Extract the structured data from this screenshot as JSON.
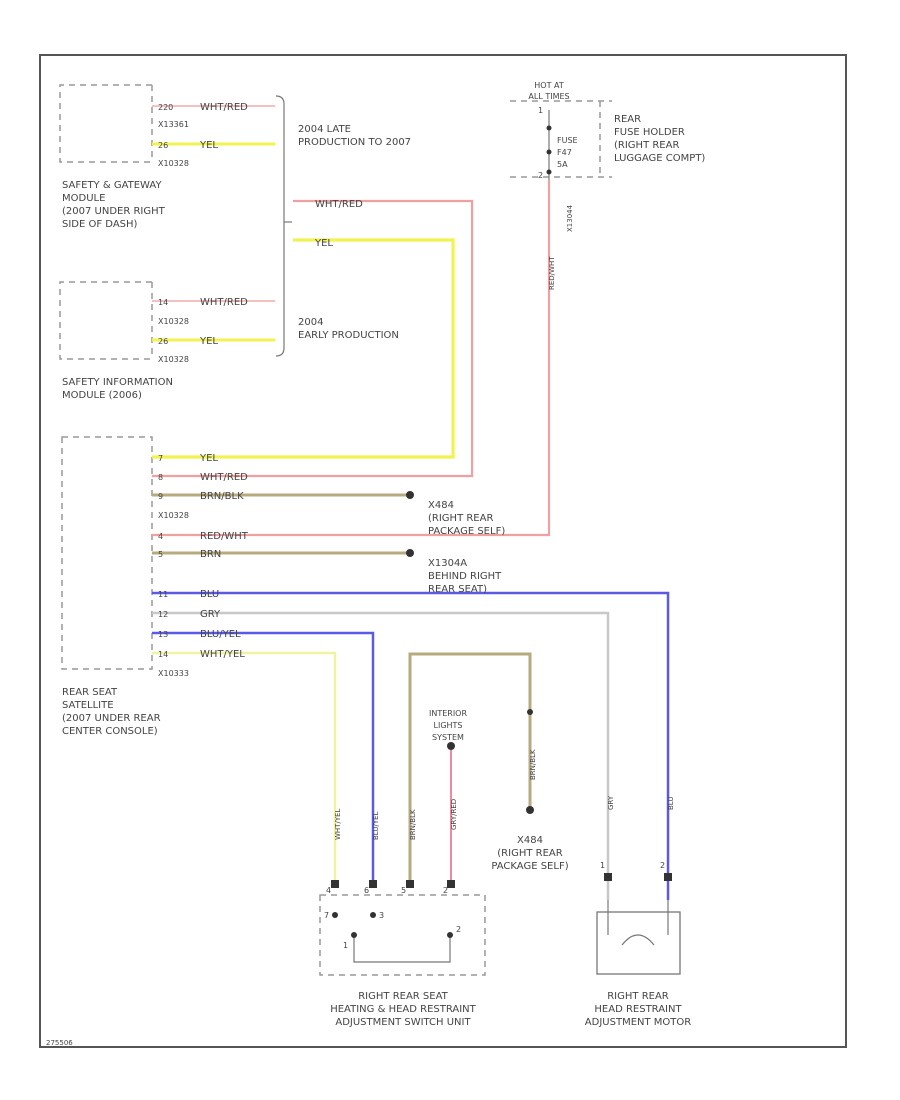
{
  "colors": {
    "red": "#f0a0a0",
    "yellow": "#f2f250",
    "tan": "#b7aa7c",
    "blue": "#5a5ae6",
    "gray": "#c8c8c8",
    "pink": "#f08aa0",
    "ink": "#444444"
  },
  "diagram_id": "275506",
  "components": {
    "safety_gateway": [
      "SAFETY & GATEWAY",
      "MODULE",
      "(2007 UNDER RIGHT",
      "SIDE OF DASH)"
    ],
    "safety_info": [
      "SAFETY INFORMATION",
      "MODULE (2006)"
    ],
    "rear_seat_satellite": [
      "REAR SEAT",
      "SATELLITE",
      "(2007 UNDER REAR",
      "CENTER CONSOLE)"
    ],
    "fuse_holder": [
      "REAR",
      "FUSE HOLDER",
      "(RIGHT REAR",
      "LUGGAGE COMPT)"
    ],
    "hot_at_all_times": [
      "HOT AT",
      "ALL TIMES"
    ],
    "fuse": [
      "FUSE",
      "F47",
      "5A"
    ],
    "switch_unit": [
      "RIGHT REAR SEAT",
      "HEATING & HEAD RESTRAINT",
      "ADJUSTMENT SWITCH UNIT"
    ],
    "motor": [
      "RIGHT REAR",
      "HEAD RESTRAINT",
      "ADJUSTMENT MOTOR"
    ],
    "interior_lights": [
      "INTERIOR",
      "LIGHTS",
      "SYSTEM"
    ]
  },
  "notes": {
    "late_production": [
      "2004 LATE",
      "PRODUCTION TO 2007"
    ],
    "early_production": [
      "2004",
      "EARLY PRODUCTION"
    ]
  },
  "grounds": {
    "g1": [
      "X484",
      "(RIGHT REAR",
      "PACKAGE SELF)"
    ],
    "g2": [
      "X1304A",
      "BEHIND RIGHT",
      "REAR SEAT)"
    ],
    "g3": [
      "X484",
      "(RIGHT REAR",
      "PACKAGE SELF)"
    ]
  },
  "connectors": {
    "gw_a": "X13361",
    "gw_b": "X10328",
    "si_a": "X10328",
    "si_b": "X10328",
    "rs_a": "X10328",
    "rs_b": "X10333",
    "fuse_conn": "X13044"
  },
  "pins": {
    "gw": [
      "220",
      "26"
    ],
    "si": [
      "14",
      "26"
    ],
    "rs": [
      "7",
      "8",
      "9",
      "4",
      "5",
      "11",
      "12",
      "13",
      "14"
    ],
    "fuse": [
      "1",
      "2"
    ],
    "sw": [
      "4",
      "6",
      "5",
      "2",
      "7",
      "3",
      "1",
      "2"
    ],
    "motor": [
      "1",
      "2"
    ]
  },
  "wires": {
    "gw": [
      "WHT/RED",
      "YEL"
    ],
    "si": [
      "WHT/RED",
      "YEL"
    ],
    "top_red": "WHT/RED",
    "top_yel": "YEL",
    "rs": [
      "YEL",
      "WHT/RED",
      "BRN/BLK",
      "RED/WHT",
      "BRN",
      "BLU",
      "GRY",
      "BLU/YEL",
      "WHT/YEL"
    ],
    "fuse_out": "RED/WHT",
    "vert": [
      "WHT/YEL",
      "BLU/YEL",
      "BRN/BLK",
      "GRY/RED",
      "BRN/BLK",
      "GRY",
      "BLU"
    ]
  }
}
